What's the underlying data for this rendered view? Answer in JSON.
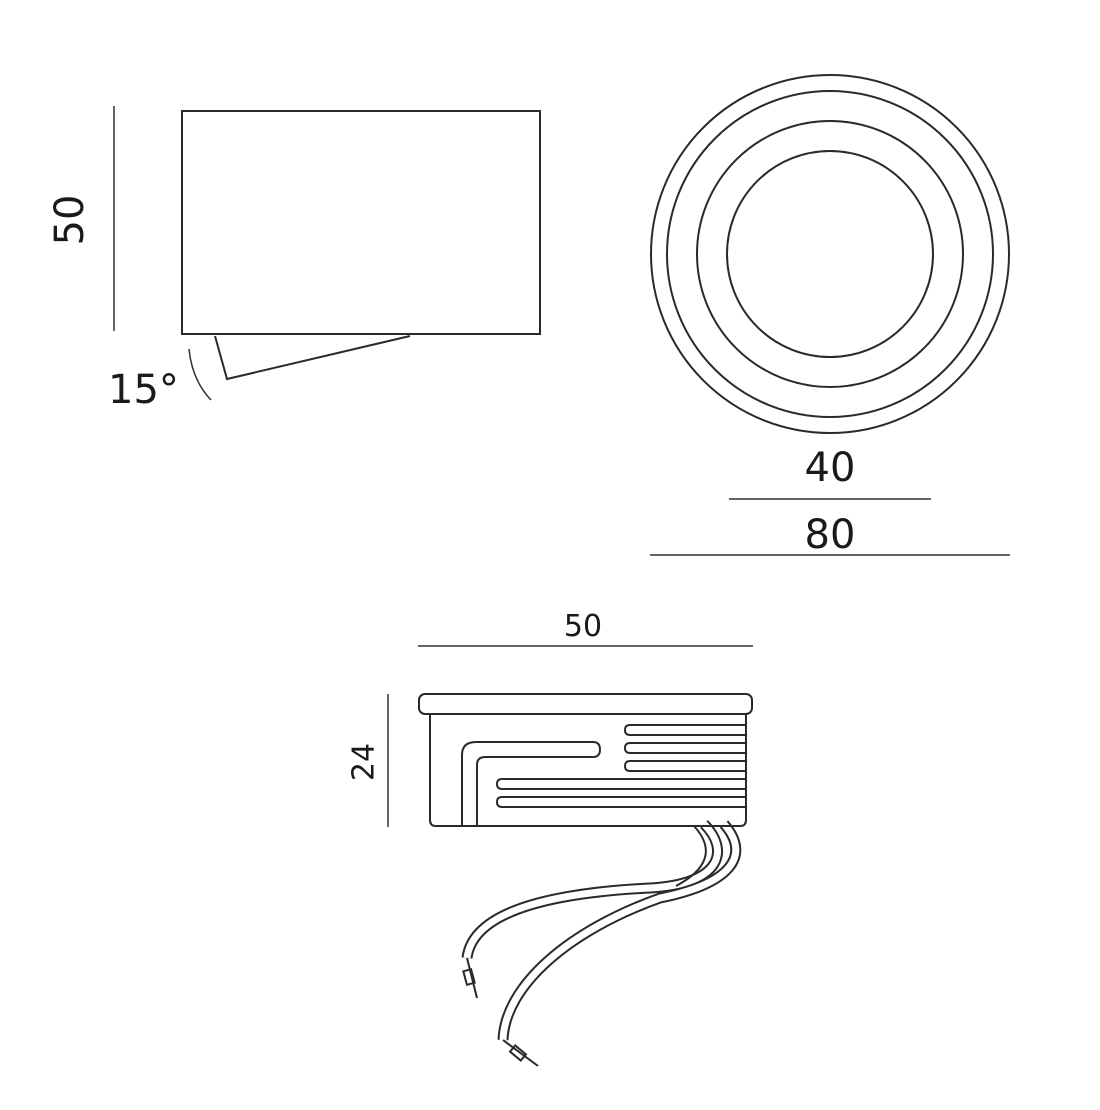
{
  "side_view": {
    "height_label": "50",
    "tilt_label": "15°"
  },
  "top_view": {
    "inner_diameter_label": "40",
    "outer_diameter_label": "80"
  },
  "driver": {
    "width_label": "50",
    "height_label": "24"
  },
  "colors": {
    "line": "#2a2a2a",
    "background": "#ffffff"
  }
}
